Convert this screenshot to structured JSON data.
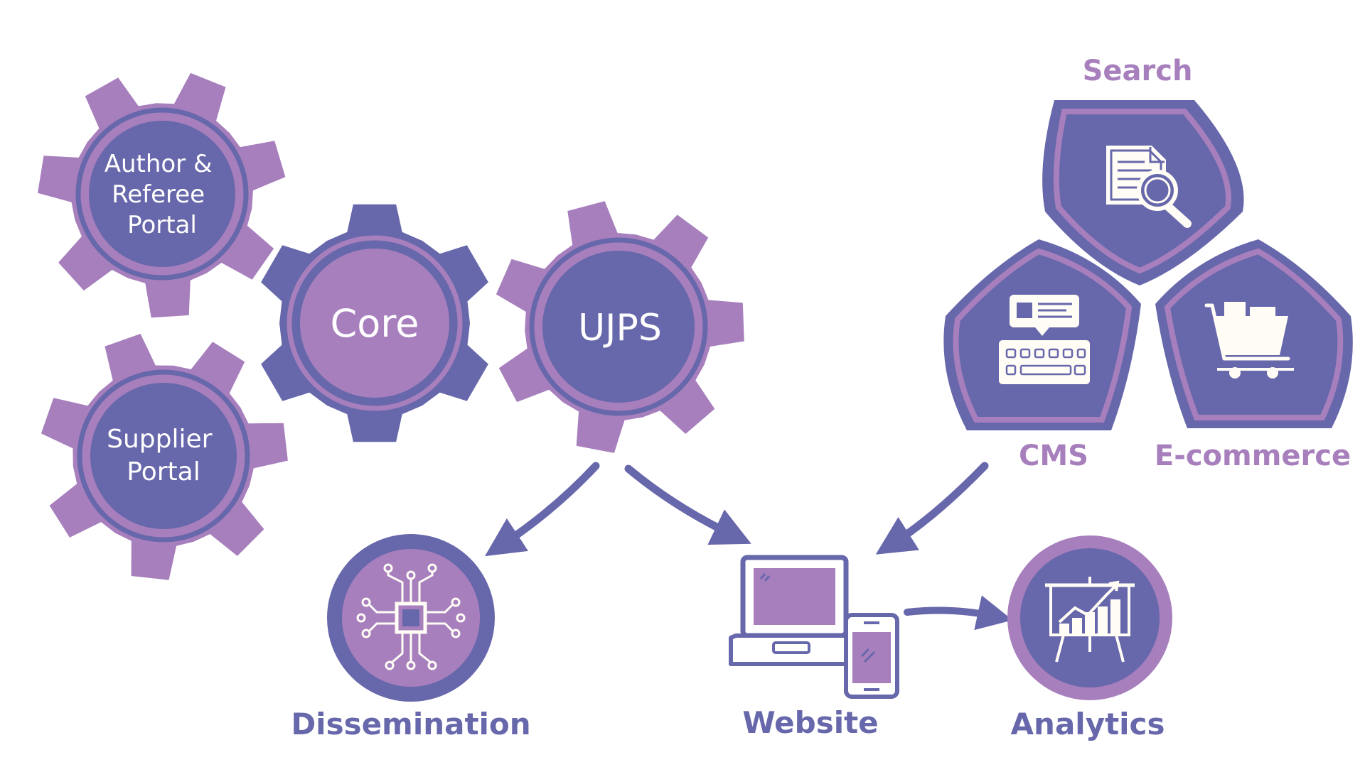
{
  "colors": {
    "purple": "#a77fbd",
    "indigo": "#6767ab",
    "cream": "#fffdf5",
    "background": "#ffffff"
  },
  "gears": {
    "author": {
      "label_lines": [
        "Author &",
        "Referee",
        "Portal"
      ]
    },
    "supplier": {
      "label_lines": [
        "Supplier",
        "Portal"
      ]
    },
    "core": {
      "label": "Core"
    },
    "ujps": {
      "label": "UJPS"
    }
  },
  "modules": {
    "search": {
      "label": "Search",
      "icon": "document-search-icon"
    },
    "cms": {
      "label": "CMS",
      "icon": "keyboard-monitor-icon"
    },
    "ecommerce": {
      "label": "E-commerce",
      "icon": "shopping-cart-icon"
    }
  },
  "outputs": {
    "dissemination": {
      "label": "Dissemination",
      "icon": "circuit-chip-icon"
    },
    "website": {
      "label": "Website",
      "icon": "laptop-phone-icon"
    },
    "analytics": {
      "label": "Analytics",
      "icon": "presentation-chart-icon"
    }
  }
}
